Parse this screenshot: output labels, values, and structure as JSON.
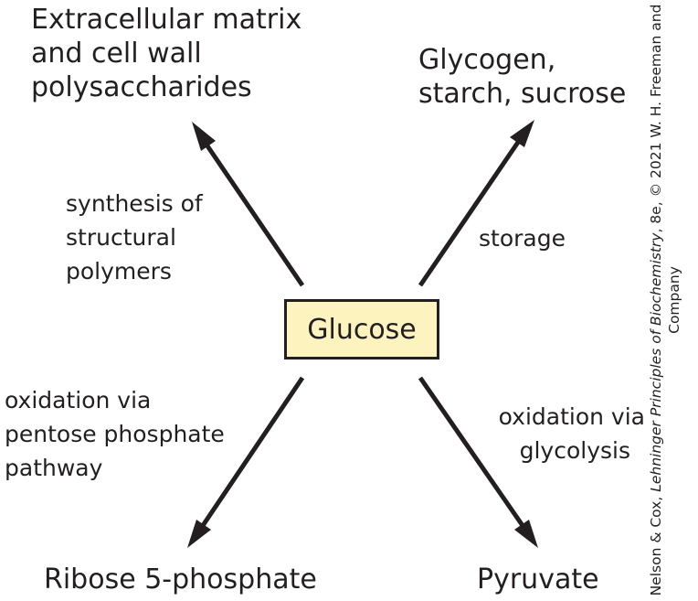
{
  "center": {
    "label": "Glucose"
  },
  "products": {
    "top_left": [
      "Extracellular matrix",
      "and cell wall",
      "polysaccharides"
    ],
    "top_right": [
      "Glycogen,",
      "starch, sucrose"
    ],
    "bottom_left": "Ribose 5-phosphate",
    "bottom_right": "Pyruvate"
  },
  "processes": {
    "top_left": [
      "synthesis of",
      "structural",
      "polymers"
    ],
    "top_right": "storage",
    "bottom_left": [
      "oxidation via",
      "pentose phosphate",
      "pathway"
    ],
    "bottom_right": [
      "oxidation via",
      "glycolysis"
    ]
  },
  "credit": {
    "line1_prefix": "Nelson & Cox, ",
    "line1_title": "Lehninger Principles of Biochemistry",
    "line1_suffix": ", 8e, © 2021 W. H. Freeman and",
    "line2": "Company"
  },
  "colors": {
    "box_fill": "#fdf3bf",
    "stroke": "#231f20"
  }
}
